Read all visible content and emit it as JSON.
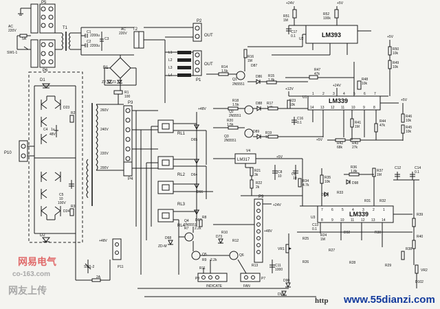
{
  "top_left": {
    "p5": "P5",
    "ac": "AC",
    "v220": "220V",
    "fuse": "5A",
    "sw": "SW1-1",
    "t1": "T1",
    "p6": "P6"
  },
  "filter": {
    "c1": "C1",
    "c1v": "2200u",
    "c2": "C2",
    "c2v": "2200u",
    "c3": "C3",
    "ac": "AC",
    "v220": "220V",
    "t2": "T2",
    "b1": "B1",
    "z2": "Z2",
    "z1": "Z1",
    "r1": "R1",
    "r1v": "100"
  },
  "outputs": {
    "p2": "P2",
    "out1": "OUT",
    "p1": "P1",
    "out2": "OUT",
    "l1": "L1",
    "l2": "L2",
    "l3": "L3",
    "l4": "L4"
  },
  "taps": {
    "p3": "P3",
    "v260": "260V",
    "v240": "240V",
    "v220": "220V",
    "v200": "200V",
    "p4": "P4"
  },
  "left_module": {
    "p10": "P10",
    "d1": "D1",
    "d2": "D2",
    "c4": "C4",
    "c4v": "1u",
    "v48": "48V",
    "d23": "D23",
    "r2": "R2",
    "d24": "D24",
    "c5": "C5",
    "c5v": "10",
    "c5v2": "100V",
    "r3": "R3"
  },
  "relays": {
    "rl1": "RL1",
    "rl2": "RL2",
    "rl3": "RL3",
    "rl4": "RL4",
    "d65": "D65",
    "d64": "D64",
    "d66": "D66",
    "d67": "D67",
    "v48": "+48V"
  },
  "u2": {
    "name": "LM393",
    "ref": "U2",
    "r51": "R51",
    "r51v": "1M",
    "r52": "R52",
    "r52v": "100k",
    "c17": "C17",
    "c17v": "0.1",
    "v24": "+24V",
    "v5": "+5V"
  },
  "u1": {
    "name": "LM339",
    "ref": "U1",
    "pins": [
      "14",
      "13",
      "12",
      "11",
      "10",
      "9",
      "8"
    ],
    "toppins": [
      "1",
      "2",
      "3",
      "4",
      "5",
      "6",
      "7"
    ],
    "r47": "R47",
    "r47v": "47k",
    "r48": "R48",
    "r48v": "10k",
    "v12": "+12V",
    "v24": "+24V"
  },
  "transistors": {
    "q1": "Q1",
    "q1p": "2N5551",
    "q2": "Q2",
    "q2p": "2N5551",
    "q3": "Q3",
    "q3p": "2N5551",
    "q4": "Q4",
    "q4p": "2N5551",
    "q5": "Q5",
    "q6": "Q6"
  },
  "resistors_mid": {
    "r16": "R16",
    "r16v": "1M",
    "r14": "R14",
    "r14v": "1.5k",
    "d86": "D86",
    "r15": "R15",
    "r15v": "1.8k",
    "d87": "D87",
    "r18": "R18",
    "r18v": "1.5k",
    "r17": "R17",
    "r17v": "1.8k",
    "d88": "D88",
    "r20": "R20",
    "r20v": "1.5k",
    "r19": "R19",
    "r19v": "1.8k",
    "d89": "D89",
    "r23": "R23",
    "r23v": "10k",
    "c16": "C16",
    "c16v": "0.1"
  },
  "right_side": {
    "r50": "R50",
    "r50v": "10k",
    "r49": "R49",
    "r49v": "10k",
    "r46": "R46",
    "r46v": "10k",
    "r45": "R45",
    "r45v": "10k",
    "r44": "R44",
    "r44v": "47k",
    "r41": "R41",
    "r41v": "1M",
    "r42": "R42",
    "r42v": "68k",
    "r43": "R43",
    "r43v": "27k",
    "v5": "+5V"
  },
  "regulator": {
    "v4": "V4",
    "ref": "LM317",
    "r21": "R21",
    "r21v": "3k",
    "r22": "R22",
    "r22v": "2k",
    "c8": "C8",
    "c8v": "10",
    "c9": "C9",
    "c9v": "10",
    "v5": "+5V"
  },
  "u3": {
    "name": "LM339",
    "ref": "U3",
    "pins": [
      "7",
      "6",
      "5",
      "4",
      "3",
      "2",
      "1"
    ],
    "botpins": [
      "8",
      "9",
      "10",
      "11",
      "12",
      "13",
      "14"
    ],
    "r34": "R34",
    "r34v": "4.7k",
    "r35": "R35",
    "r35v": "10k",
    "r36": "R36",
    "r36v": "1.8k",
    "r37": "R37",
    "r37v": "1M",
    "c12": "C12",
    "c14": "C14",
    "c14v": "0.1",
    "c13": "C13",
    "c13v": "0.1",
    "r24": "R24",
    "r24v": "1M",
    "d97": "D97",
    "d98": "D98",
    "d92": "D92",
    "r30": "R30",
    "r31": "R31",
    "r32": "R32",
    "r33": "R33"
  },
  "bottom": {
    "p9": "P9",
    "p8": "P8",
    "p7": "P7",
    "indicate": "INDICATE",
    "fan": "FAN",
    "p11": "P11",
    "sw2": "SW1-2",
    "fuse2": "2A",
    "v48": "+48V",
    "zdm": "ZD-M",
    "d68": "D68",
    "d73": "D73",
    "r7": "R7",
    "r7v": "2.2k",
    "r8": "R8",
    "r9": "R9",
    "r9v": "2.2k",
    "r10": "R10",
    "r11": "R11",
    "r12": "R12",
    "r13": "R13",
    "c11": "C11",
    "c11v": "1000",
    "v24": "+24V",
    "vr1": "VR1",
    "vr2": "VR2",
    "d90": "D90",
    "d91": "D91",
    "d102": "D102",
    "r25": "R25",
    "r26": "R26",
    "r27": "R27",
    "r28": "R28",
    "r29": "R29",
    "r38": "R38",
    "r39": "R39",
    "r40": "R40"
  },
  "watermark": {
    "site": "www.55dianzi.com",
    "http": "http",
    "logo": "网易电气",
    "logo_sub": "co-163.com",
    "logo_cn": "网友上传"
  }
}
